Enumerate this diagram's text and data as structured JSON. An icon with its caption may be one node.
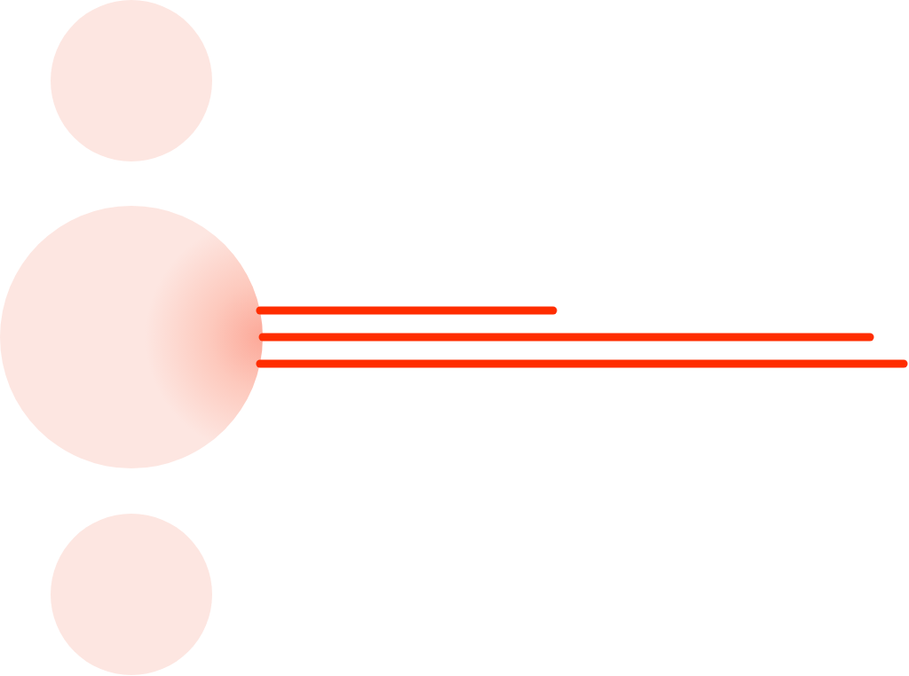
{
  "diagram": {
    "nodes": [
      {
        "text": [],
        "shape": "circle"
      },
      {
        "text": [],
        "shape": "circle"
      },
      {
        "text": [],
        "shape": "circle"
      }
    ],
    "edges": [
      {
        "from": 1,
        "to": null,
        "arrow": "none"
      },
      {
        "from": 1,
        "to": null,
        "arrow": "none"
      },
      {
        "from": 1,
        "to": null,
        "arrow": "none"
      }
    ]
  }
}
